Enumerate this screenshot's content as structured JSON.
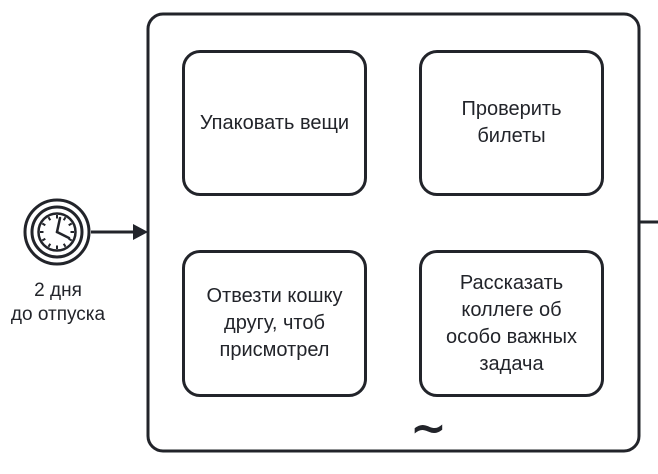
{
  "diagram": {
    "type": "BPMN",
    "start_event": {
      "kind": "timer-start-event",
      "icon": "clock-icon",
      "label": "2 дня\nдо отпуска"
    },
    "subprocess": {
      "kind": "ad-hoc-subprocess",
      "marker_icon": "tilde-icon",
      "marker_text": "~",
      "tasks": [
        {
          "label": "Упаковать вещи"
        },
        {
          "label": "Проверить\nбилеты"
        },
        {
          "label": "Отвезти кошку\nдругу, чтоб\nприсмотрел"
        },
        {
          "label": "Рассказать\nколлеге об\nособо важных\nзадача"
        }
      ]
    },
    "connections": [
      {
        "from": "start_event",
        "to": "subprocess",
        "kind": "sequence-flow"
      },
      {
        "from": "subprocess",
        "to": "offscreen",
        "kind": "sequence-flow"
      }
    ],
    "colors": {
      "stroke": "#22242a",
      "fill": "#ffffff"
    }
  }
}
